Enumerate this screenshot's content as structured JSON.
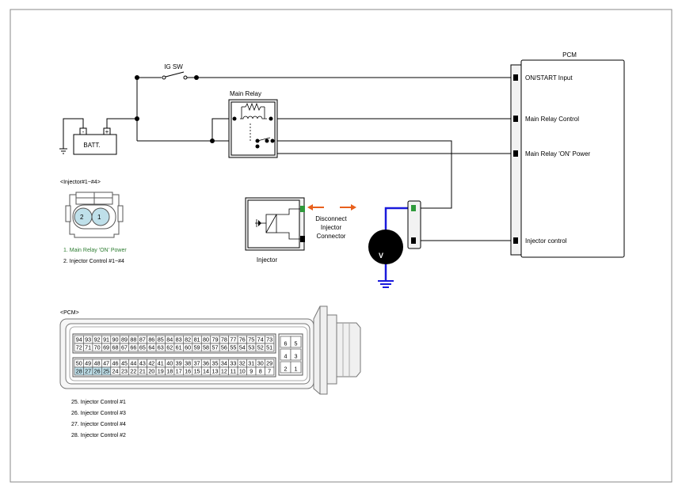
{
  "colors": {
    "wire": "#000000",
    "signal_wire": "#1a1adc",
    "arrow": "#e8601c",
    "pin_green": "#2e9a3a",
    "legend_green": "#2e7d32",
    "pin_highlight": "#bfe0ea"
  },
  "labels": {
    "ig_sw": "IG SW",
    "batt": "BATT.",
    "batt_minus": "-",
    "batt_plus": "+",
    "main_relay": "Main Relay",
    "pcm_title": "PCM",
    "pcm_pin_on_start": "ON/START Input",
    "pcm_pin_relay_control": "Main Relay Control",
    "pcm_pin_relay_power": "Main Relay 'ON' Power",
    "pcm_pin_injector": "Injector control",
    "injector": "Injector",
    "disconnect_line1": "Disconnect",
    "disconnect_line2": "Injector",
    "disconnect_line3": "Connector",
    "voltmeter": "V"
  },
  "injector_connector": {
    "title": "<Injector#1~#4>",
    "pin_left": "2",
    "pin_right": "1",
    "legend": [
      "1. Main Relay 'ON' Power",
      "2. Injector Control #1~#4"
    ]
  },
  "pcm_connector": {
    "title": "<PCM>",
    "block_a_row1": [
      "94",
      "93",
      "92",
      "91",
      "90",
      "89",
      "88",
      "87",
      "86",
      "85",
      "84",
      "83",
      "82",
      "81",
      "80",
      "79",
      "78",
      "77",
      "76",
      "75",
      "74",
      "73"
    ],
    "block_a_row2": [
      "72",
      "71",
      "70",
      "69",
      "68",
      "67",
      "66",
      "65",
      "64",
      "63",
      "62",
      "61",
      "60",
      "59",
      "58",
      "57",
      "56",
      "55",
      "54",
      "53",
      "52",
      "51"
    ],
    "block_b_row1": [
      "50",
      "49",
      "48",
      "47",
      "46",
      "45",
      "44",
      "43",
      "42",
      "41",
      "40",
      "39",
      "38",
      "37",
      "36",
      "35",
      "34",
      "33",
      "32",
      "31",
      "30",
      "29"
    ],
    "block_b_row2": [
      "28",
      "27",
      "26",
      "25",
      "24",
      "23",
      "22",
      "21",
      "20",
      "19",
      "18",
      "17",
      "16",
      "15",
      "14",
      "13",
      "12",
      "11",
      "10",
      "9",
      "8",
      "7"
    ],
    "small_block": [
      [
        "6",
        "5"
      ],
      [
        "4",
        "3"
      ],
      [
        "2",
        "1"
      ]
    ],
    "highlighted_pins": [
      "25",
      "26",
      "27",
      "28"
    ],
    "legend": [
      "25. Injector Control #1",
      "26. Injector Control #3",
      "27. Injector Control #4",
      "28. Injector Control #2"
    ]
  }
}
